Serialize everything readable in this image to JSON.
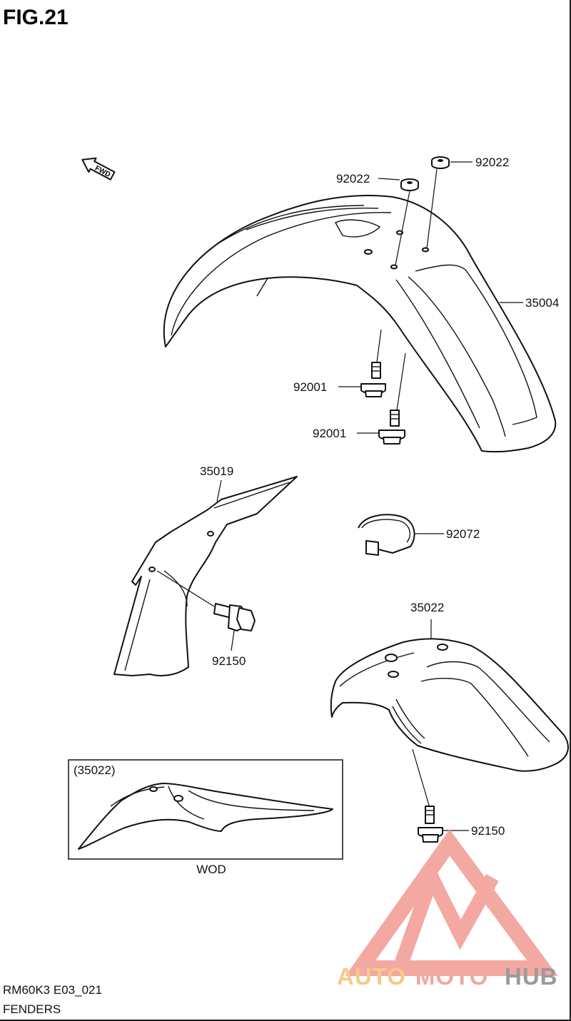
{
  "figure": {
    "title": "FIG.21"
  },
  "direction_marker": {
    "label": "FWD",
    "icon": "fwd-arrow-icon"
  },
  "callouts": {
    "washer_a": "92022",
    "washer_b": "92022",
    "front_fender": "35004",
    "bolt_a": "92001",
    "bolt_b": "92001",
    "front_fender_brace": "35019",
    "brace_bolt": "92150",
    "cable_band": "92072",
    "rear_fender": "35022",
    "rear_fender_bolt": "92150"
  },
  "inset": {
    "ref_label": "(35022)",
    "caption": "WOD"
  },
  "footer": {
    "model_code": "RM60K3 E03_021",
    "section_name": "FENDERS"
  },
  "watermark": {
    "text_parts": [
      "AUTO",
      "MOTO",
      "HUB"
    ],
    "colors": {
      "auto": "#f6c98a",
      "moto": "#f0a8a0",
      "hub": "#9a9a9a",
      "logo": "#f3a49d"
    }
  }
}
